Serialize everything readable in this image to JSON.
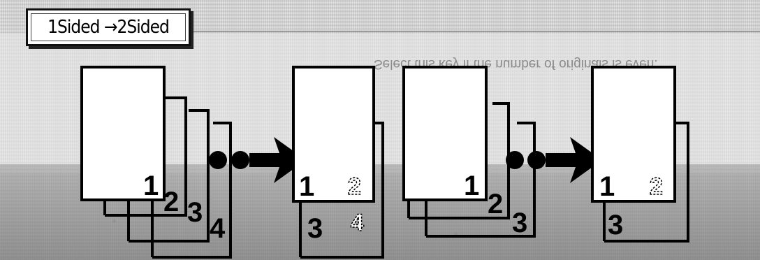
{
  "mode_button": {
    "label": "1Sided →2Sided"
  },
  "hint": {
    "text": "Select this key if the number of originals is even."
  },
  "left_diagram": {
    "original_numbers": [
      "1",
      "2",
      "3",
      "4"
    ],
    "result_front": [
      "1",
      "3"
    ],
    "result_back": [
      "2",
      "4"
    ]
  },
  "right_diagram": {
    "original_numbers": [
      "1",
      "2",
      "3"
    ],
    "result_front": [
      "1",
      "3"
    ],
    "result_back": [
      "2"
    ]
  }
}
